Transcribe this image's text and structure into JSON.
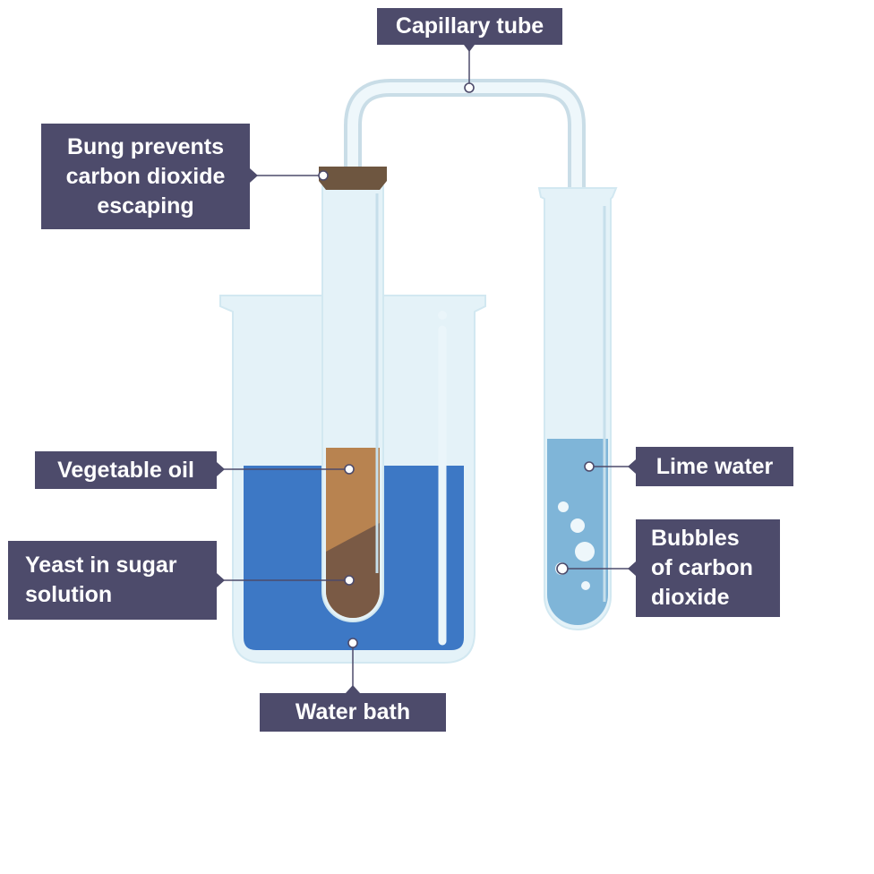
{
  "diagram": {
    "labels": {
      "capillary_tube": "Capillary tube",
      "bung": "Bung prevents\ncarbon dioxide\nescaping",
      "vegetable_oil": "Vegetable oil",
      "yeast": "Yeast in sugar\nsolution",
      "water_bath": "Water bath",
      "lime_water": "Lime water",
      "bubbles": "Bubbles\nof carbon\ndioxide"
    },
    "colors": {
      "label_background": "#4d4b6b",
      "label_text": "#ffffff",
      "glass": "#e4f2f8",
      "glass_edge": "#d2e8f1",
      "water": "#3d78c5",
      "vegetable_oil": "#b88350",
      "yeast_solution": "#7a5a45",
      "bung": "#6e5640",
      "lime_water": "#7fb5d8",
      "leader_line": "#4d4b6b"
    }
  }
}
